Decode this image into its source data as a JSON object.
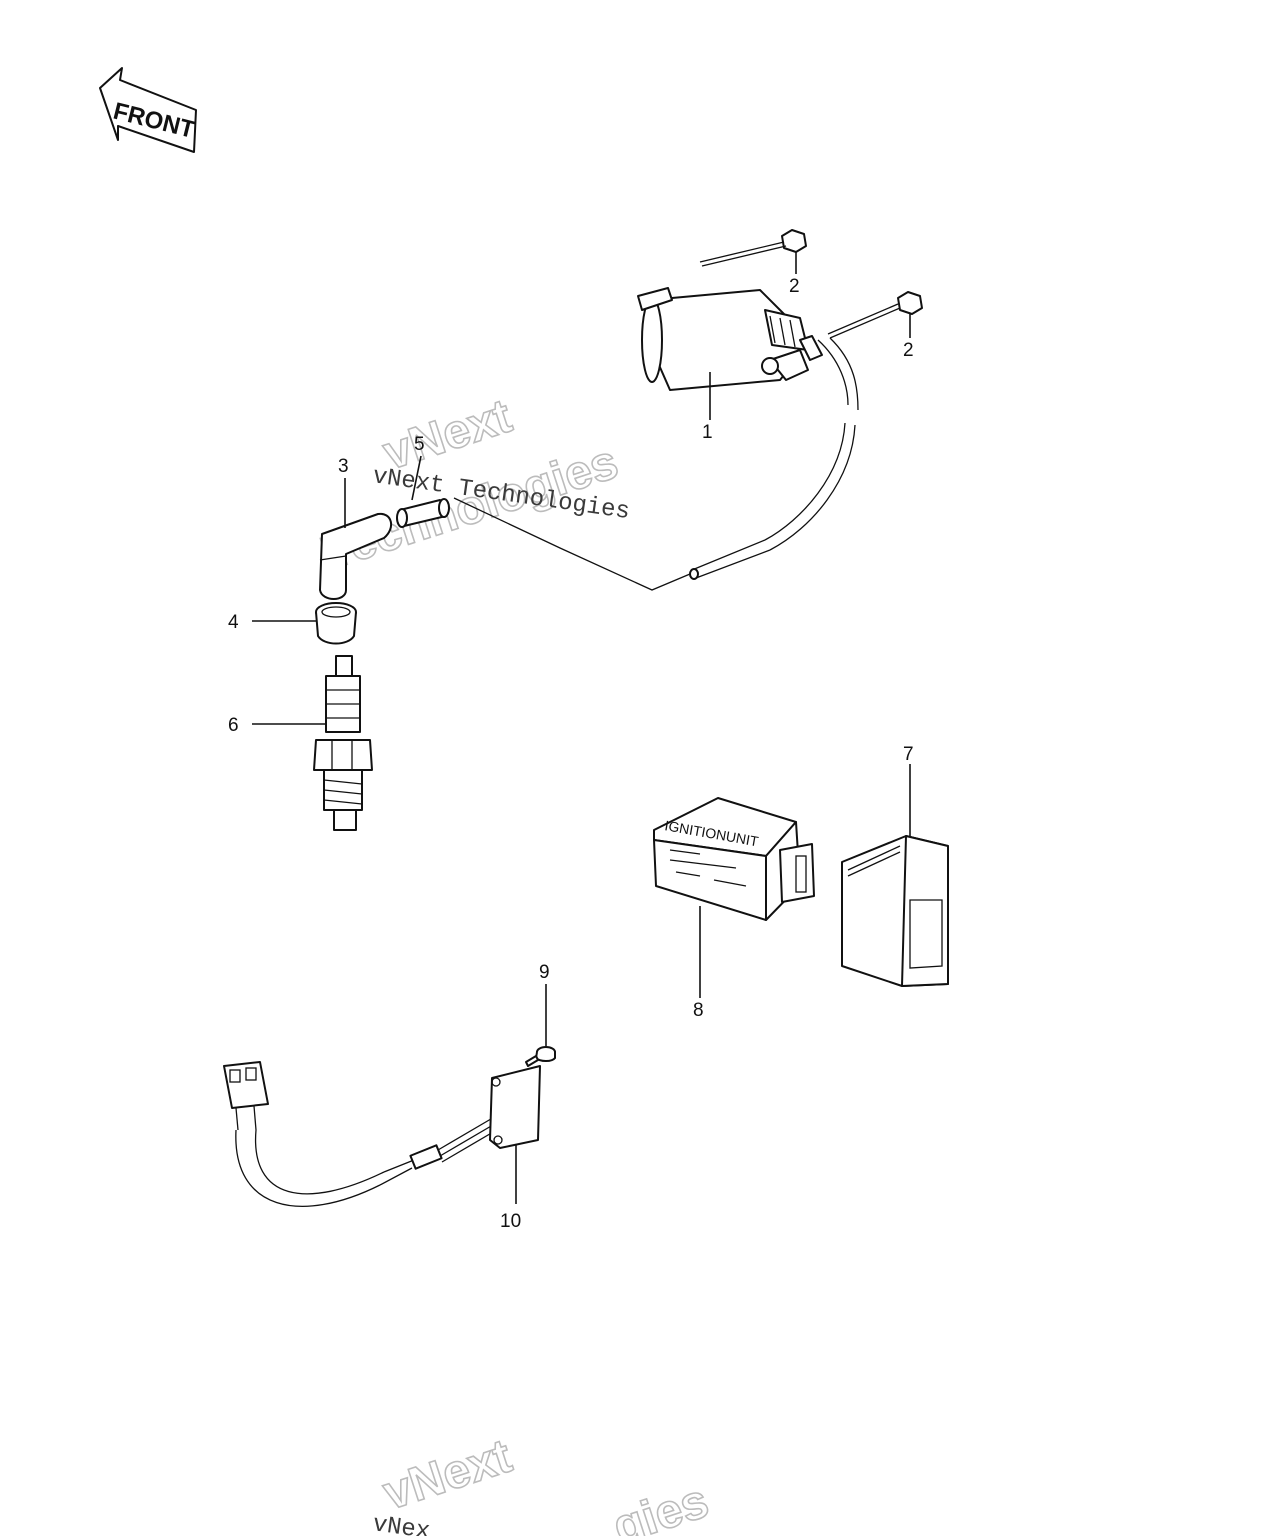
{
  "front_label": "FRONT",
  "unit_label": "IGNITIONUNIT",
  "callouts": {
    "c1": "1",
    "c2a": "2",
    "c2b": "2",
    "c3": "3",
    "c4": "4",
    "c5": "5",
    "c6": "6",
    "c7": "7",
    "c8": "8",
    "c9": "9",
    "c10": "10"
  },
  "watermark": {
    "line1": "vNext",
    "line2": "Technologies",
    "serif": "vNext Technologies",
    "bottom_line1": "vNext",
    "bottom_partial": "vNex",
    "bottom_fragment": "gies"
  }
}
